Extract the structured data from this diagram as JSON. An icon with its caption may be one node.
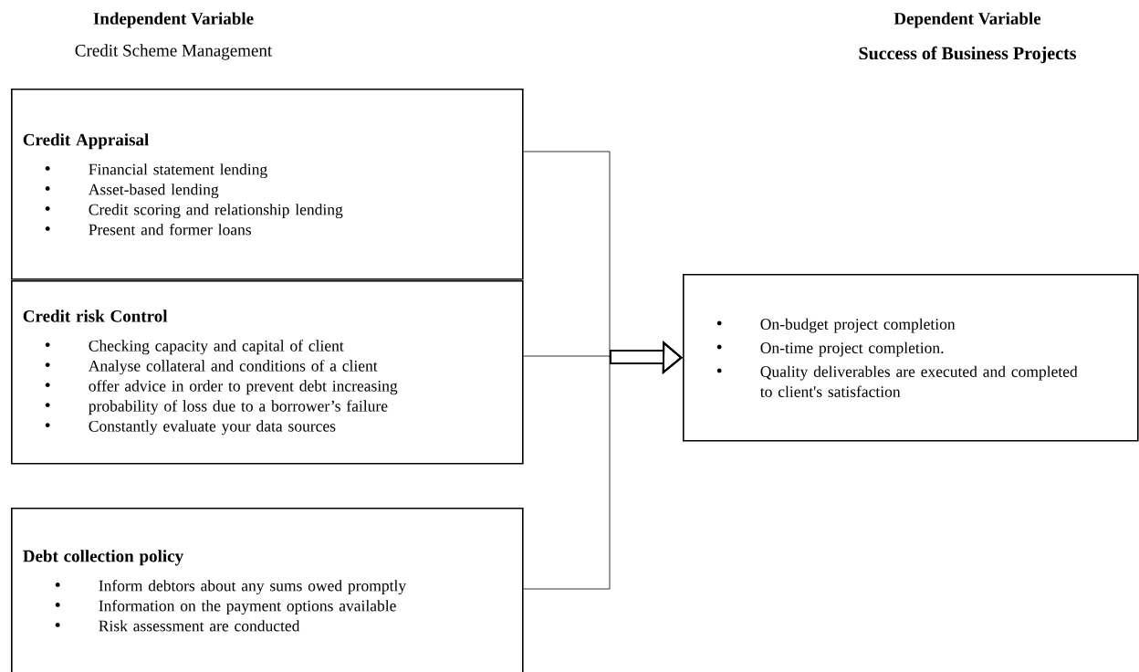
{
  "diagram": {
    "nodes": [
      {
        "text": [
          "Credit Appraisal",
          "Financial statement lending",
          "Asset-based lending",
          "Credit scoring and relationship lending",
          "Present and former loans"
        ]
      },
      {
        "text": [
          "Credit risk Control",
          "Checking capacity and  capital of client",
          "Analyse collateral and conditions of a client",
          "offer advice in order to prevent debt increasing",
          "probability of loss due to a borrower’s failure",
          "Constantly evaluate your data sources"
        ]
      },
      {
        "text": [
          "Debt collection policy",
          "Inform debtors about any sums owed promptly",
          "Information on the payment options available",
          "Risk assessment are conducted"
        ]
      },
      {
        "text": [
          "On-budget project completion",
          "On-time project completion.",
          "Quality deliverables are executed and completed to client's satisfaction"
        ]
      }
    ],
    "edges": [
      {
        "from": 0,
        "to": 3,
        "arrow": "to"
      },
      {
        "from": 1,
        "to": 3,
        "arrow": "to"
      },
      {
        "from": 2,
        "to": 3,
        "arrow": "to"
      }
    ],
    "labels": [
      "Independent Variable",
      "Credit Scheme Management",
      "Dependent Variable",
      "Success of Business Projects"
    ]
  }
}
